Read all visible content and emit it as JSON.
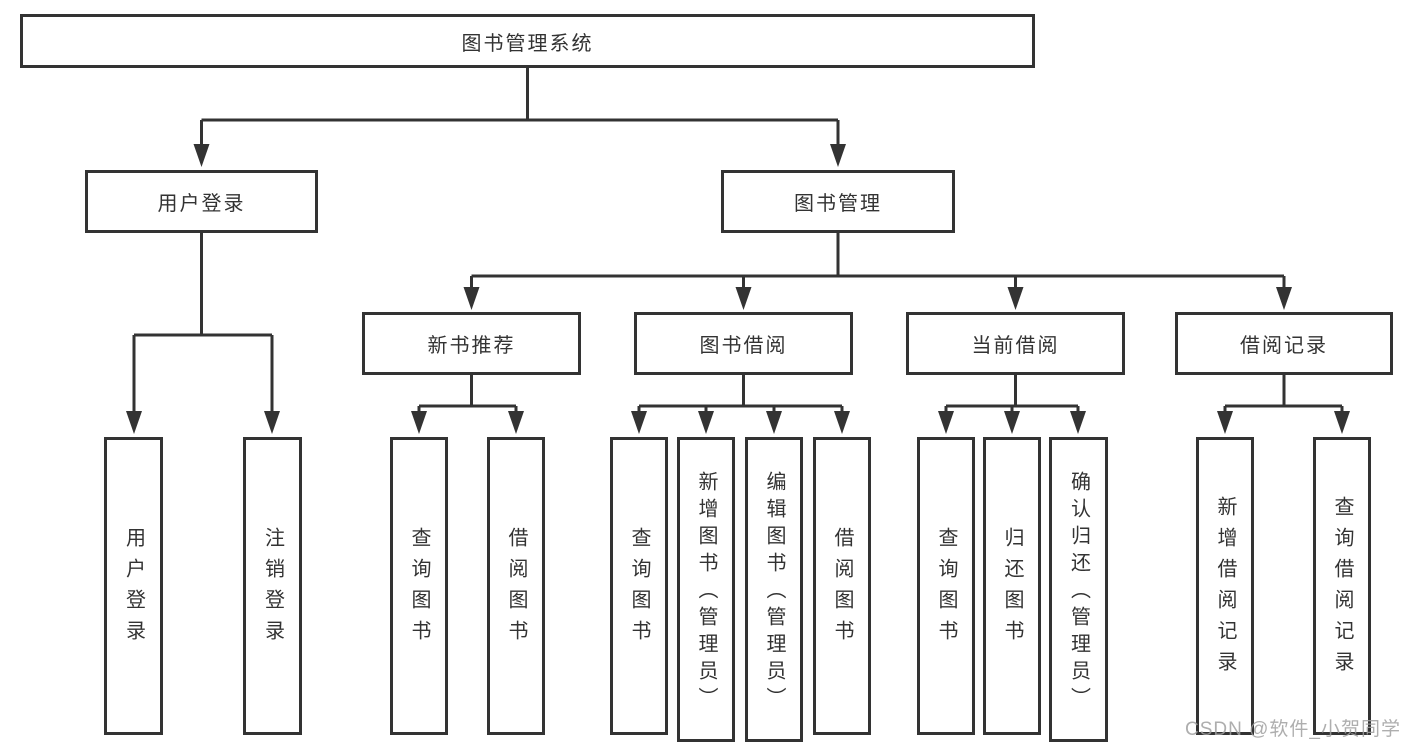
{
  "colors": {
    "line": "#333333",
    "box_border": "#333333",
    "text": "#333333",
    "watermark": "#a0a0a0",
    "background": "#ffffff"
  },
  "watermark": "CSDN @软件_小贺同学",
  "tree": {
    "root": "图书管理系统",
    "branches": [
      {
        "label": "用户登录",
        "leaves": [
          "用户登录",
          "注销登录"
        ]
      },
      {
        "label": "图书管理",
        "children": [
          {
            "label": "新书推荐",
            "leaves": [
              "查询图书",
              "借阅图书"
            ]
          },
          {
            "label": "图书借阅",
            "leaves": [
              "查询图书",
              "新增图书（管理员）",
              "编辑图书（管理员）",
              "借阅图书"
            ]
          },
          {
            "label": "当前借阅",
            "leaves": [
              "查询图书",
              "归还图书",
              "确认归还（管理员）"
            ]
          },
          {
            "label": "借阅记录",
            "leaves": [
              "新增借阅记录",
              "查询借阅记录"
            ]
          }
        ]
      }
    ]
  }
}
